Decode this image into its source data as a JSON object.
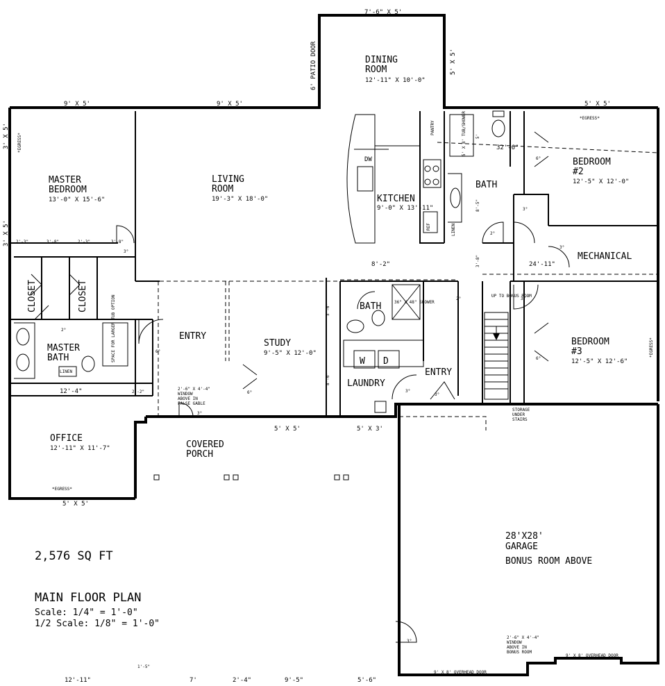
{
  "rooms": {
    "dining": {
      "name": "DINING ROOM",
      "line1": "DINING",
      "line2": "ROOM",
      "size": "12'-11\" X 10'-0\""
    },
    "master_bedroom": {
      "line1": "MASTER",
      "line2": "BEDROOM",
      "size": "13'-0\" X 15'-6\""
    },
    "living": {
      "line1": "LIVING",
      "line2": "ROOM",
      "size": "19'-3\" X 18'-0\""
    },
    "kitchen": {
      "name": "KITCHEN",
      "size": "9'-0\" X 13'-11\""
    },
    "bath_main": {
      "name": "BATH"
    },
    "bedroom2": {
      "line1": "BEDROOM",
      "line2": "#2",
      "size": "12'-5\" X 12'-0\""
    },
    "mechanical": {
      "name": "MECHANICAL"
    },
    "closet_left": {
      "name": "CLOSET"
    },
    "closet_right": {
      "name": "CLOSET"
    },
    "master_bath": {
      "line1": "MASTER",
      "line2": "BATH"
    },
    "entry_main": {
      "name": "ENTRY"
    },
    "study": {
      "name": "STUDY",
      "size": "9'-5\" X 12'-0\""
    },
    "bath_lower": {
      "name": "BATH"
    },
    "laundry": {
      "name": "LAUNDRY"
    },
    "entry_rear": {
      "name": "ENTRY"
    },
    "bedroom3": {
      "line1": "BEDROOM",
      "line2": "#3",
      "size": "12'-5\" X 12'-6\""
    },
    "office": {
      "name": "OFFICE",
      "size": "12'-11\" X 11'-7\""
    },
    "porch": {
      "line1": "COVERED",
      "line2": "PORCH"
    },
    "garage": {
      "line1": "28'X28'",
      "line2": "GARAGE",
      "line3": "BONUS ROOM ABOVE"
    }
  },
  "summary": {
    "area": "2,576 SQ FT",
    "title": "MAIN FLOOR PLAN",
    "scale": "Scale:  1/4\" = 1'-0\"",
    "half_scale": "1/2 Scale:  1/8\" = 1'-0\""
  },
  "windows": {
    "dining_top": "7'-6\" X 5'",
    "dining_right": "5' X 5'",
    "patio": "6' PATIO DOOR",
    "mb_top": "9' X 5'",
    "living_top": "9' X 5'",
    "br2_top": "5' X 5'",
    "mb_left1": "3' X 5'",
    "mb_left2": "3' X 5'",
    "study_bottom": "5' X 5'",
    "laundry_bottom": "5' X 3'",
    "office_bottom": "5' X 5'",
    "egress_mb": "*EGRESS*",
    "egress_br2": "*EGRESS*",
    "egress_office": "*EGRESS*",
    "egress_br3": "*EGRESS*"
  },
  "dims": {
    "d_2_3_left": "2'-3\"",
    "d_3_8_a": "3'-8\"",
    "d_2_3_right": "2'-3\"",
    "d_3_8_b": "3'-8\"",
    "d_12_4": "12'-4\"",
    "d_2_2": "2'-2\"",
    "d_8_2": "8'-2\"",
    "d_24_11": "24'-11\"",
    "d_32_6": "32'-6\"",
    "d_5_6": "5'-6\"",
    "d_8_6": "8'-6\"",
    "d_8_5": "8'-5\"",
    "d_3_8_v": "3'-8\"",
    "d_5_v": "5'",
    "b_12_11": "12'-11\"",
    "b_1_5": "1'-5\"",
    "b_7": "7'",
    "b_2_4": "2'-4\"",
    "b_9_5": "9'-5\"",
    "b_5_6": "5'-6\""
  },
  "fixtures": {
    "dw": "DW",
    "pantry": "PANTRY",
    "linen_k": "LINEN",
    "ref": "REF",
    "tub_shower": "5' X 8' TUB/SHOWER",
    "shower": "36\" X 48\" SHOWER",
    "washer": "W",
    "dryer": "D",
    "linen_mb": "LINEN",
    "tub_option": "SPACE FOR LARGER TUB OPTION",
    "up_bonus": "UP TO BONUS ROOM",
    "storage_a": "STORAGE",
    "storage_b": "UNDER",
    "storage_c": "STAIRS",
    "gable_a": "2'-6\" X 4'-4\"",
    "gable_b": "WINDOW",
    "gable_c": "ABOVE IN",
    "gable_d": "FALSE GABLE",
    "bonus_a": "2'-6\" X 4'-4\"",
    "bonus_b": "WINDOW",
    "bonus_c": "ABOVE IN",
    "bonus_d": "BONUS ROOM",
    "overhead_left": "9' X 8' OVERHEAD DOOR",
    "overhead_right": "9' X 8' OVERHEAD DOOR"
  },
  "doors": {
    "d30": "3°",
    "d28": "2°",
    "d26": "2°",
    "d60": "6°"
  }
}
